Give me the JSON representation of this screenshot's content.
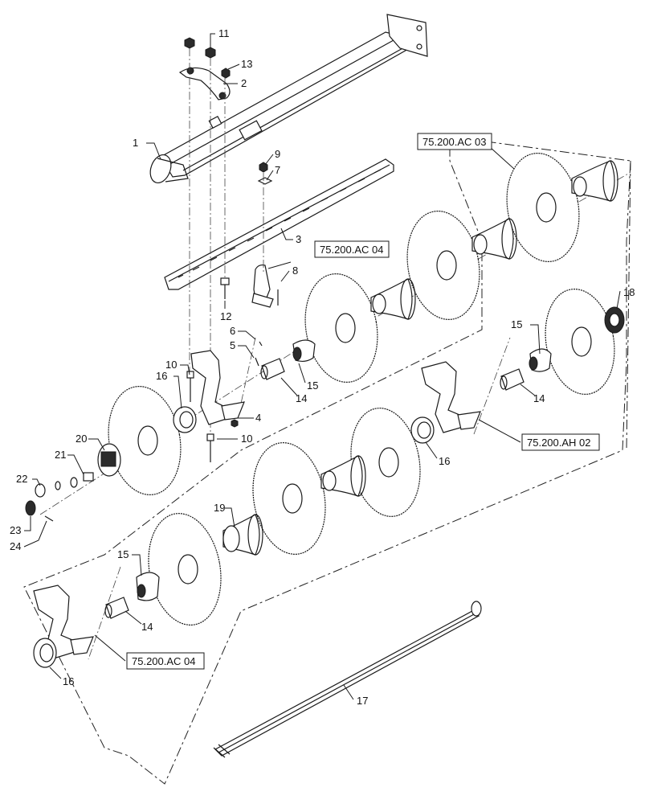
{
  "callouts": {
    "c1": "1",
    "c2": "2",
    "c3": "3",
    "c4": "4",
    "c5": "5",
    "c6": "6",
    "c7": "7",
    "c8": "8",
    "c9": "9",
    "c10a": "10",
    "c10b": "10",
    "c11": "11",
    "c12": "12",
    "c13": "13",
    "c14a": "14",
    "c14b": "14",
    "c14c": "14",
    "c15a": "15",
    "c15b": "15",
    "c15c": "15",
    "c16a": "16",
    "c16b": "16",
    "c16c": "16",
    "c17": "17",
    "c18": "18",
    "c19": "19",
    "c20": "20",
    "c21": "21",
    "c22": "22",
    "c23": "23",
    "c24": "24"
  },
  "references": {
    "ref_ac03": "75.200.AC 03",
    "ref_ac04_top": "75.200.AC 04",
    "ref_ah02": "75.200.AH 02",
    "ref_ac04_bottom": "75.200.AC 04"
  }
}
